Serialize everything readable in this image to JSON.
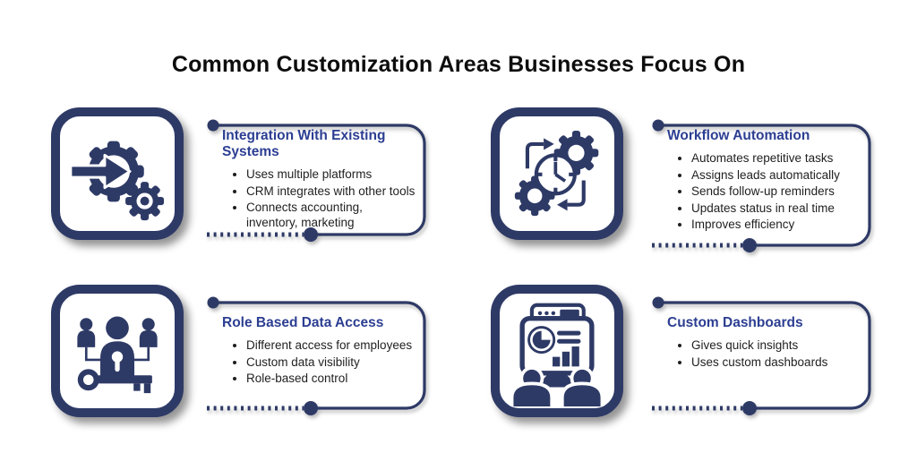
{
  "title": "Common Customization Areas Businesses Focus On",
  "colors": {
    "navy": "#2e3a66",
    "header_blue": "#2c3e92",
    "body_text": "#1f1f1f",
    "background": "#ffffff"
  },
  "sections": [
    {
      "icon": "integration-gear-arrow-icon",
      "title": "Integration With Existing Systems",
      "bullets": [
        "Uses multiple platforms",
        "CRM integrates with other tools",
        "Connects accounting,\ninventory, marketing"
      ]
    },
    {
      "icon": "workflow-gears-clock-icon",
      "title": "Workflow Automation",
      "bullets": [
        "Automates repetitive tasks",
        "Assigns leads automatically",
        "Sends follow-up reminders",
        "Updates status in real time",
        "Improves efficiency"
      ]
    },
    {
      "icon": "people-key-access-icon",
      "title": "Role Based Data Access",
      "bullets": [
        "Different access for employees",
        "Custom data visibility",
        "Role-based control"
      ]
    },
    {
      "icon": "dashboard-presentation-icon",
      "title": "Custom Dashboards",
      "bullets": [
        "Gives quick insights",
        "Uses custom dashboards"
      ]
    }
  ]
}
